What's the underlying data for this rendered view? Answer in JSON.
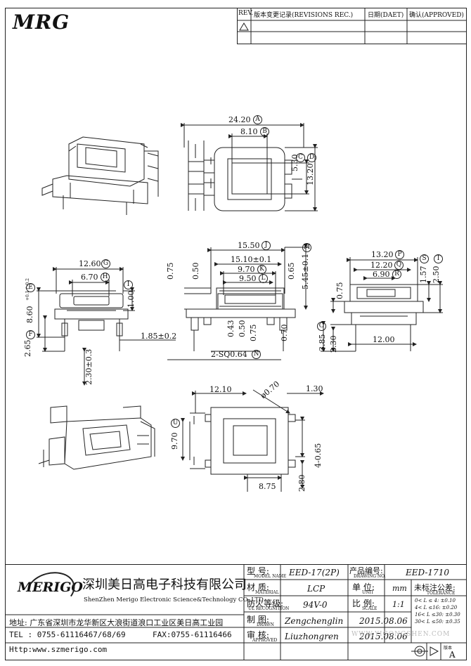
{
  "logo_top": "MRG",
  "revision_table": {
    "headers": {
      "rev": "REV.",
      "revisions": "版本变更记录(REVISIONS REC.)",
      "date": "日期(DAET)",
      "approved": "确认(APPROVED)"
    }
  },
  "dimensions": {
    "top_view": {
      "width_a": "24.20",
      "a": "A",
      "width_b": "8.10",
      "b": "B",
      "c": "C",
      "d": "D",
      "height_c": "5.30",
      "height_d": "13.20"
    },
    "side_left": {
      "g_val": "12.60",
      "g": "G",
      "h_val": "6.70",
      "h": "H",
      "e_val": "8.60",
      "e_tol": "+0.1 / -0.2",
      "e": "E",
      "i": "I",
      "i_val": "1.00",
      "f": "F",
      "f_val": "2.65",
      "pin_offset": "1.85±0.2",
      "pin_len": "2.30±0.3"
    },
    "front_view": {
      "j_val": "15.50",
      "j": "J",
      "k_top": "15.10±0.1",
      "k_val": "9.70",
      "k": "K",
      "l_val": "9.50",
      "l": "L",
      "v075": "0.75",
      "v050": "0.50",
      "v065": "0.65",
      "m_val": "5.45±0.1",
      "m": "M",
      "v043": "0.43",
      "v050b": "0.50",
      "v075b": "0.75",
      "v070": "0.70",
      "pins": "2-SQ0.64",
      "n": "N"
    },
    "right_view": {
      "p_val": "13.20",
      "p": "P",
      "q_val": "12.20",
      "q": "Q",
      "r_val": "6.90",
      "r": "R",
      "s_val": "1.57",
      "s": "S",
      "t_val": "2.50",
      "t": "T",
      "u_val": "0.75",
      "o": "O",
      "o_val": "3.85",
      "v230": "2.30",
      "base": "12.00"
    },
    "bottom_view": {
      "w1": "12.10",
      "dia": "ø0.70",
      "w2": "1.30",
      "u": "U",
      "u_val": "9.70",
      "v4": "4-0.65",
      "v280": "2.80",
      "v875": "8.75"
    }
  },
  "company": {
    "logo": "MERIGO",
    "name_cn": "深圳美日高电子科技有限公司",
    "name_en": "ShenZhen Merigo Electronic Science&Technology CO.,LTD",
    "address": "地址: 广东省深圳市龙华新区大浪街道浪口工业区美日高工业园",
    "tel": "TEL : 0755-61116467/68/69",
    "fax": "FAX:0755-61116466",
    "web": "Http:www.szmerigo.com"
  },
  "title_block": {
    "model_label": "型  号:",
    "model_en": "MODEL NAME",
    "model_value": "EED-17(2P)",
    "drawing_no_label": "产品编号:",
    "drawing_no_en": "DRAWING NO.",
    "drawing_no_value": "EED-1710",
    "material_label": "材  质:",
    "material_en": "MATERIAL",
    "material_value": "LCP",
    "unit_label": "单  位:",
    "unit_en": "UNIT",
    "unit_value": "mm",
    "tolerance_label": "未标注公差:",
    "tolerance_en": "TOLERANCE",
    "fire_label": "防火等级:",
    "fire_en": "UL RECOGNITION",
    "fire_value": "94V-0",
    "scale_label": "比  例:",
    "scale_en": "SCALE",
    "scale_value": "1:1",
    "tolerance_rows": [
      {
        "range": "0< L ≤ 4:",
        "value": "±0.10"
      },
      {
        "range": "4< L ≤16:",
        "value": "±0.20"
      },
      {
        "range": "16< L ≤30:",
        "value": "±0.30"
      },
      {
        "range": "30< L ≤50:",
        "value": "±0.35"
      }
    ],
    "drawn_label": "制  图:",
    "drawn_en": "DRAWN",
    "drawn_value": "Zengchenglin",
    "drawn_date": "2015.08.06",
    "approved_label": "审  核:",
    "approved_en": "APPROVED",
    "approved_value": "Liuzhongren",
    "approved_date": "2015.08.06",
    "sheet_label": "版本",
    "sheet_value": "A"
  },
  "watermark": "WWW.YIGONGSHEN.COM"
}
